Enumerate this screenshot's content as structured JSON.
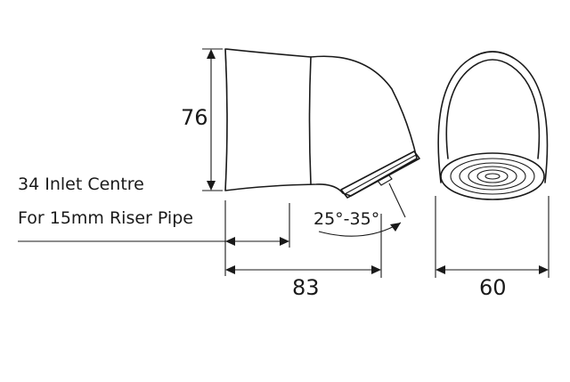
{
  "labels": {
    "inlet_centre": "34 Inlet Centre",
    "riser_pipe": "For 15mm Riser Pipe"
  },
  "dimensions": {
    "height": "76",
    "length": "83",
    "width": "60",
    "angle": "25°-35°"
  }
}
